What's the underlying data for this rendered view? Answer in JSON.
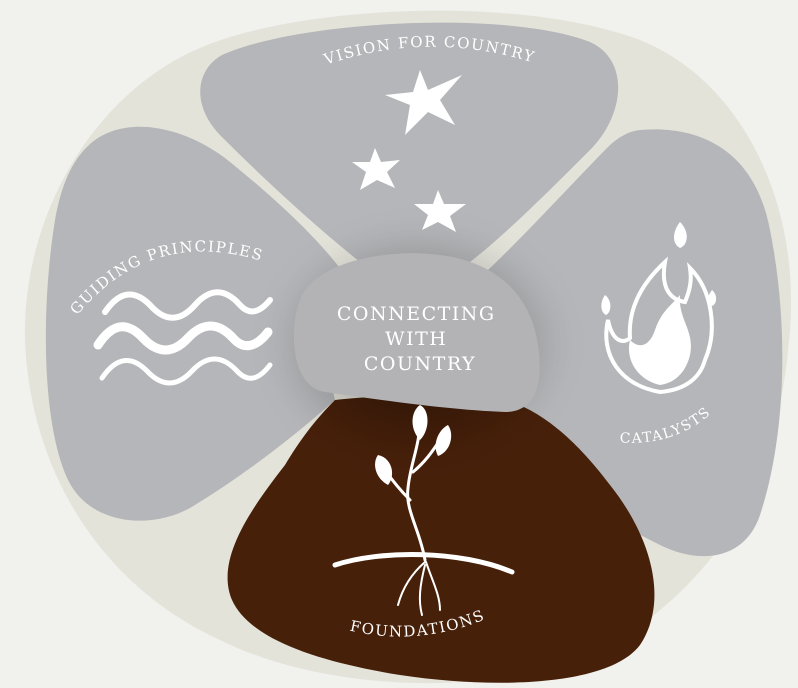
{
  "diagram": {
    "center": {
      "lines": [
        "CONNECTING",
        "WITH",
        "COUNTRY"
      ]
    },
    "segments": {
      "vision": {
        "label": "VISION FOR COUNTRY",
        "icon": "stars-icon"
      },
      "guiding": {
        "label": "GUIDING PRINCIPLES",
        "icon": "water-waves-icon"
      },
      "catalysts": {
        "label": "CATALYSTS",
        "icon": "fire-icon"
      },
      "foundations": {
        "label": "FOUNDATIONS",
        "icon": "seedling-roots-icon"
      }
    }
  },
  "colors": {
    "background": "#f1f1ed",
    "outer_blob": "#e4e3da",
    "petal": "#b5b6b9",
    "foundations": "#47200a",
    "center": "#b3b3b5",
    "icon": "#ffffff"
  }
}
